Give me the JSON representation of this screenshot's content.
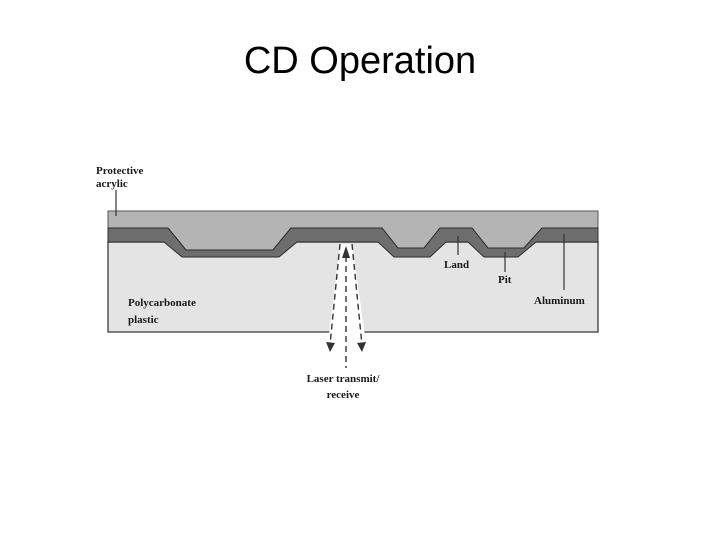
{
  "slide": {
    "title": "CD Operation"
  },
  "diagram": {
    "labels": {
      "protective_line1": "Protective",
      "protective_line2": "acrylic",
      "polycarbonate_line1": "Polycarbonate",
      "polycarbonate_line2": "plastic",
      "land": "Land",
      "pit": "Pit",
      "aluminum": "Aluminum",
      "laser_line1": "Laser transmit/",
      "laser_line2": "receive"
    },
    "colors": {
      "acrylic": "#b4b4b4",
      "aluminum": "#6e6e6e",
      "polycarbonate": "#e4e4e4",
      "outline": "#333333"
    }
  }
}
